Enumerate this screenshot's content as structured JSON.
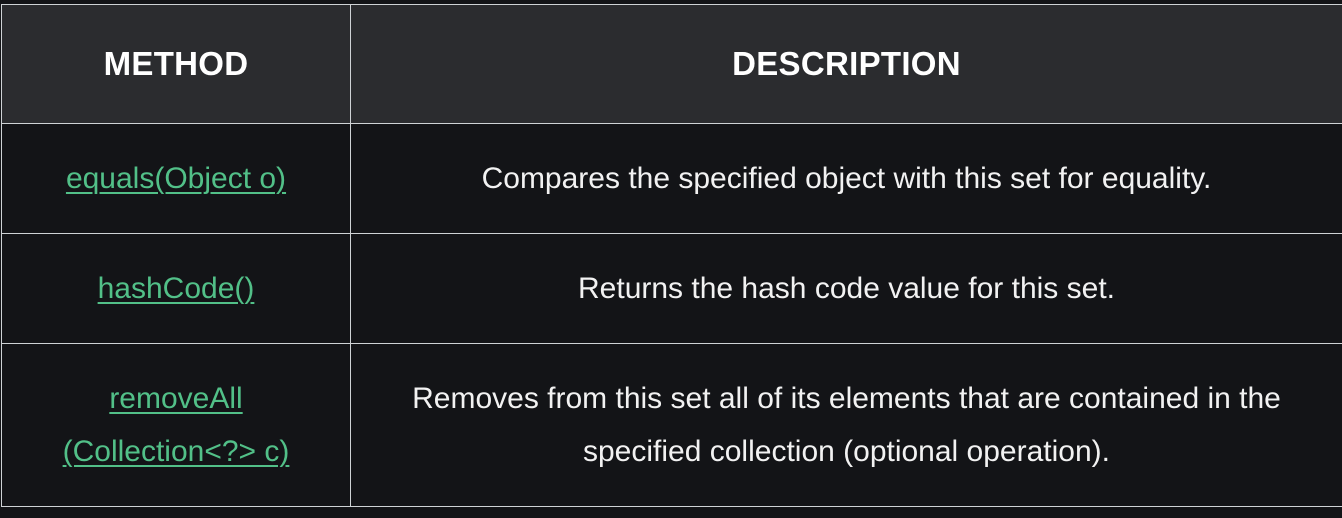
{
  "table": {
    "headers": {
      "method": "METHOD",
      "description": "DESCRIPTION"
    },
    "rows": [
      {
        "method_lines": [
          " equals(Object o)"
        ],
        "description": "Compares the specified object with this set for equality."
      },
      {
        "method_lines": [
          " hashCode()"
        ],
        "description": "Returns the hash code value for this set."
      },
      {
        "method_lines": [
          "removeAll",
          "(Collection<?> c)"
        ],
        "description": "Removes from this set all of its elements that are contained in the specified collection (optional operation)."
      }
    ]
  },
  "colors": {
    "header_bg": "#2b2c2f",
    "body_bg": "#131417",
    "border": "#cfd3d6",
    "link": "#52c088",
    "text": "#f2f2f2"
  }
}
